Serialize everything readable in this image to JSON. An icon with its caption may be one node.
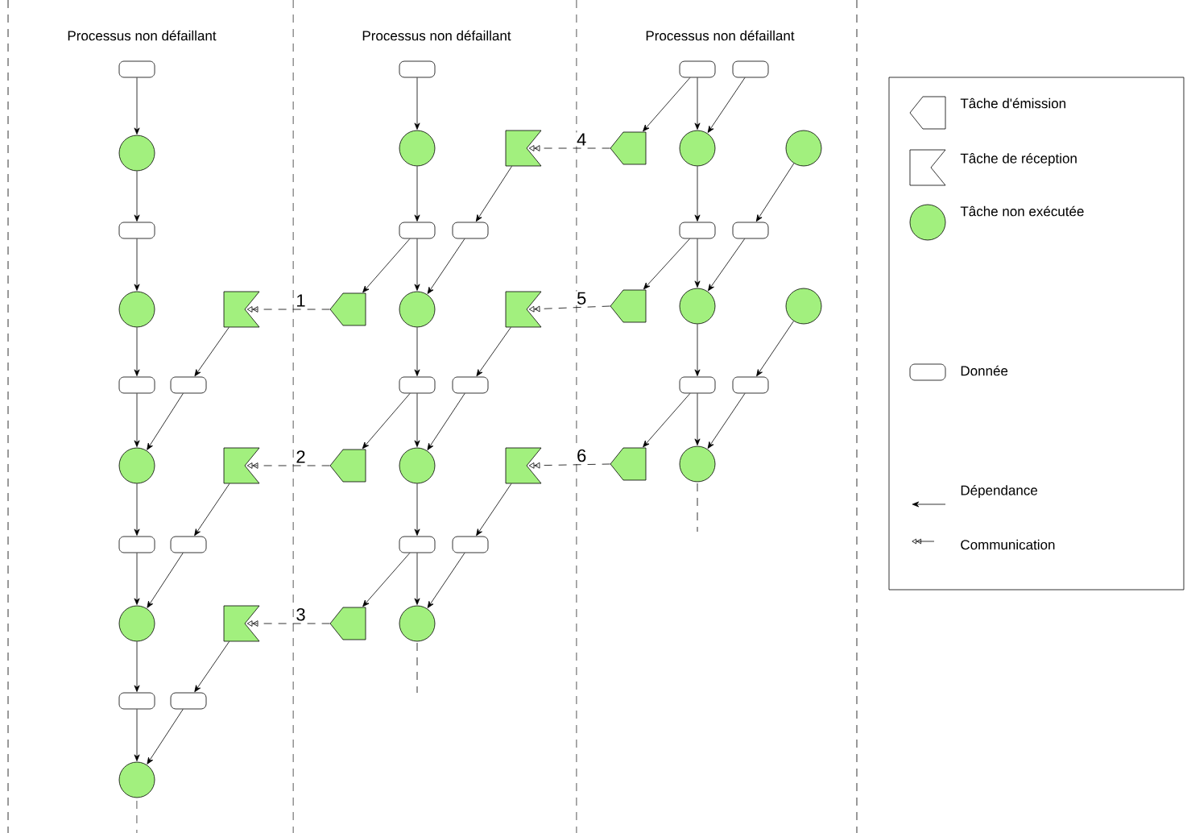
{
  "diagram": {
    "nodes": [
      {
        "text": [],
        "shape": "box"
      },
      {
        "text": [],
        "shape": "circle"
      },
      {
        "text": [],
        "shape": "box"
      },
      {
        "text": [],
        "shape": "circle"
      },
      {
        "text": [],
        "shape": "flag"
      },
      {
        "text": [],
        "shape": "box"
      },
      {
        "text": [],
        "shape": "box"
      },
      {
        "text": [],
        "shape": "circle"
      },
      {
        "text": [],
        "shape": "flag"
      },
      {
        "text": [],
        "shape": "box"
      },
      {
        "text": [],
        "shape": "box"
      },
      {
        "text": [],
        "shape": "circle"
      },
      {
        "text": [],
        "shape": "flag"
      },
      {
        "text": [],
        "shape": "box"
      },
      {
        "text": [],
        "shape": "box"
      },
      {
        "text": [],
        "shape": "circle"
      },
      {
        "text": [],
        "shape": "box"
      },
      {
        "text": [],
        "shape": "circle"
      },
      {
        "text": [],
        "shape": "flag"
      },
      {
        "text": [],
        "shape": "box"
      },
      {
        "text": [],
        "shape": "box"
      },
      {
        "text": [],
        "shape": "pentagon"
      },
      {
        "text": [],
        "shape": "circle"
      },
      {
        "text": [],
        "shape": "flag"
      },
      {
        "text": [],
        "shape": "box"
      },
      {
        "text": [],
        "shape": "box"
      },
      {
        "text": [],
        "shape": "pentagon"
      },
      {
        "text": [],
        "shape": "circle"
      },
      {
        "text": [],
        "shape": "flag"
      },
      {
        "text": [],
        "shape": "box"
      },
      {
        "text": [],
        "shape": "box"
      },
      {
        "text": [],
        "shape": "pentagon"
      },
      {
        "text": [],
        "shape": "circle"
      },
      {
        "text": [],
        "shape": "box"
      },
      {
        "text": [],
        "shape": "box"
      },
      {
        "text": [],
        "shape": "pentagon"
      },
      {
        "text": [],
        "shape": "circle"
      },
      {
        "text": [],
        "shape": "circle"
      },
      {
        "text": [],
        "shape": "box"
      },
      {
        "text": [],
        "shape": "box"
      },
      {
        "text": [],
        "shape": "pentagon"
      },
      {
        "text": [],
        "shape": "circle"
      },
      {
        "text": [],
        "shape": "circle"
      },
      {
        "text": [],
        "shape": "box"
      },
      {
        "text": [],
        "shape": "box"
      },
      {
        "text": [],
        "shape": "pentagon"
      },
      {
        "text": [],
        "shape": "circle"
      }
    ],
    "edges": [
      {
        "from": 0,
        "to": 1,
        "arrow": "to"
      },
      {
        "from": 1,
        "to": 2,
        "arrow": "to"
      },
      {
        "from": 2,
        "to": 3,
        "arrow": "to"
      },
      {
        "from": 3,
        "to": 5,
        "arrow": "to"
      },
      {
        "from": 4,
        "to": 6,
        "arrow": "to"
      },
      {
        "from": 5,
        "to": 7,
        "arrow": "to"
      },
      {
        "from": 6,
        "to": 7,
        "arrow": "to"
      },
      {
        "from": 7,
        "to": 9,
        "arrow": "to"
      },
      {
        "from": 8,
        "to": 10,
        "arrow": "to"
      },
      {
        "from": 9,
        "to": 11,
        "arrow": "to"
      },
      {
        "from": 10,
        "to": 11,
        "arrow": "to"
      },
      {
        "from": 11,
        "to": 13,
        "arrow": "to"
      },
      {
        "from": 12,
        "to": 14,
        "arrow": "to"
      },
      {
        "from": 13,
        "to": 15,
        "arrow": "to"
      },
      {
        "from": 14,
        "to": 15,
        "arrow": "to"
      },
      {
        "from": 16,
        "to": 17,
        "arrow": "to"
      },
      {
        "from": 17,
        "to": 19,
        "arrow": "to"
      },
      {
        "from": 18,
        "to": 20,
        "arrow": "to"
      },
      {
        "from": 19,
        "to": 21,
        "arrow": "to"
      },
      {
        "from": 19,
        "to": 22,
        "arrow": "to"
      },
      {
        "from": 20,
        "to": 22,
        "arrow": "to"
      },
      {
        "from": 22,
        "to": 24,
        "arrow": "to"
      },
      {
        "from": 23,
        "to": 25,
        "arrow": "to"
      },
      {
        "from": 24,
        "to": 26,
        "arrow": "to"
      },
      {
        "from": 24,
        "to": 27,
        "arrow": "to"
      },
      {
        "from": 25,
        "to": 27,
        "arrow": "to"
      },
      {
        "from": 27,
        "to": 29,
        "arrow": "to"
      },
      {
        "from": 28,
        "to": 30,
        "arrow": "to"
      },
      {
        "from": 29,
        "to": 31,
        "arrow": "to"
      },
      {
        "from": 29,
        "to": 32,
        "arrow": "to"
      },
      {
        "from": 30,
        "to": 32,
        "arrow": "to"
      },
      {
        "from": 33,
        "to": 35,
        "arrow": "to"
      },
      {
        "from": 33,
        "to": 36,
        "arrow": "to"
      },
      {
        "from": 34,
        "to": 36,
        "arrow": "to"
      },
      {
        "from": 36,
        "to": 38,
        "arrow": "to"
      },
      {
        "from": 37,
        "to": 39,
        "arrow": "to"
      },
      {
        "from": 38,
        "to": 40,
        "arrow": "to"
      },
      {
        "from": 38,
        "to": 41,
        "arrow": "to"
      },
      {
        "from": 39,
        "to": 41,
        "arrow": "to"
      },
      {
        "from": 41,
        "to": 43,
        "arrow": "to"
      },
      {
        "from": 42,
        "to": 44,
        "arrow": "to"
      },
      {
        "from": 43,
        "to": 45,
        "arrow": "to"
      },
      {
        "from": 43,
        "to": 46,
        "arrow": "to"
      },
      {
        "from": 44,
        "to": 46,
        "arrow": "to"
      },
      {
        "from": 21,
        "to": 4,
        "arrow": "to",
        "style": "dashed",
        "label": "1"
      },
      {
        "from": 26,
        "to": 8,
        "arrow": "to",
        "style": "dashed",
        "label": "2"
      },
      {
        "from": 31,
        "to": 12,
        "arrow": "to",
        "style": "dashed",
        "label": "3"
      },
      {
        "from": 35,
        "to": 18,
        "arrow": "to",
        "style": "dashed",
        "label": "4"
      },
      {
        "from": 40,
        "to": 23,
        "arrow": "to",
        "style": "dashed",
        "label": "5"
      },
      {
        "from": 45,
        "to": 28,
        "arrow": "to",
        "style": "dashed",
        "label": "6"
      }
    ],
    "labels": [
      "Processus non défaillant",
      "Processus non défaillant",
      "Processus non défaillant"
    ],
    "legend": [
      {
        "text": "Tâche d'émission"
      },
      {
        "text": "Tâche de réception"
      },
      {
        "text": "Tâche non exécutée"
      },
      {
        "text": "Donnée"
      },
      {
        "text": "Dépendance"
      },
      {
        "text": "Communication"
      }
    ]
  }
}
